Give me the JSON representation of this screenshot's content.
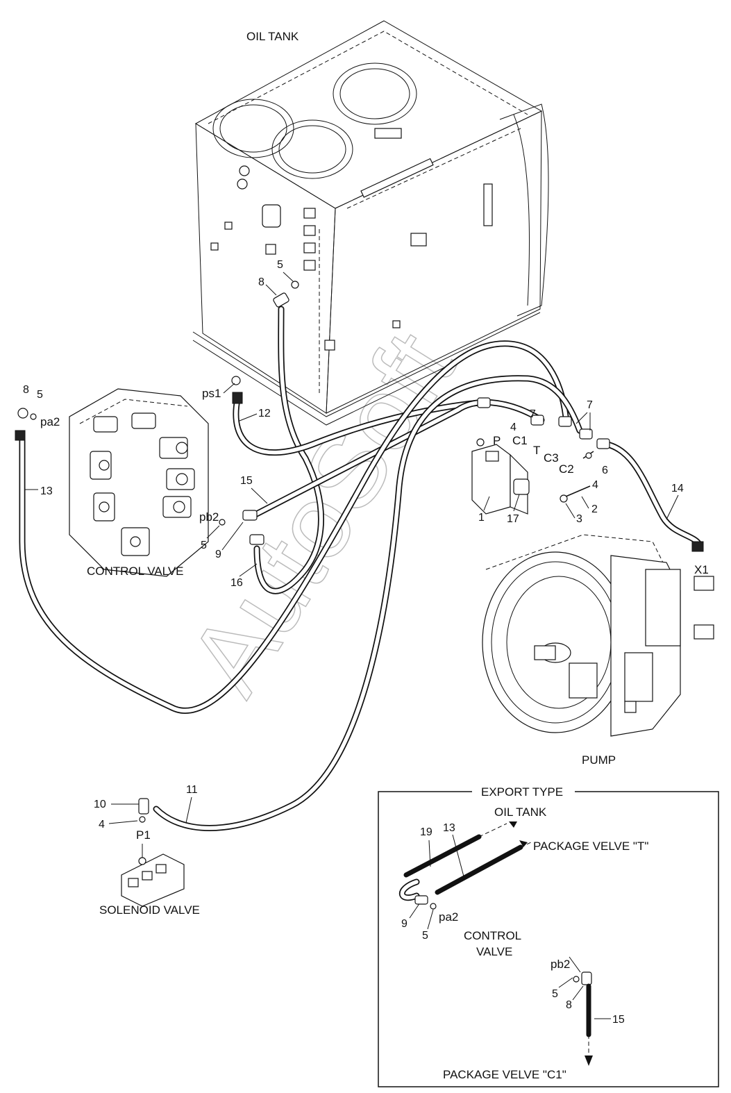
{
  "titles": {
    "oil_tank": "OIL TANK",
    "control_valve": "CONTROL VALVE",
    "pump": "PUMP",
    "solenoid_valve": "SOLENOID VALVE"
  },
  "watermark": "AutoSoft",
  "ports": {
    "ps1": "ps1",
    "pa2": "pa2",
    "pb2": "pb2",
    "P": "P",
    "T": "T",
    "C1": "C1",
    "C2": "C2",
    "C3": "C3",
    "X1": "X1",
    "P1": "P1"
  },
  "callouts": {
    "n1": "1",
    "n2": "2",
    "n3": "3",
    "n4a": "4",
    "n4b": "4",
    "n4c": "4",
    "n5a": "5",
    "n5b": "5",
    "n5c": "5",
    "n6": "6",
    "n7a": "7",
    "n7b": "7",
    "n8a": "8",
    "n8b": "8",
    "n9": "9",
    "n10": "10",
    "n11": "11",
    "n12": "12",
    "n13": "13",
    "n14": "14",
    "n15": "15",
    "n16": "16",
    "n17": "17"
  },
  "export_box": {
    "title": "EXPORT TYPE",
    "oil_tank": "OIL TANK",
    "package_t": "PACKAGE VELVE \"T\"",
    "package_c1": "PACKAGE VELVE \"C1\"",
    "control_valve_1": "CONTROL",
    "control_valve_2": "VALVE",
    "pa2": "pa2",
    "pb2": "pb2",
    "n19": "19",
    "n13": "13",
    "n9": "9",
    "n5a": "5",
    "n5b": "5",
    "n8": "8",
    "n15": "15"
  }
}
